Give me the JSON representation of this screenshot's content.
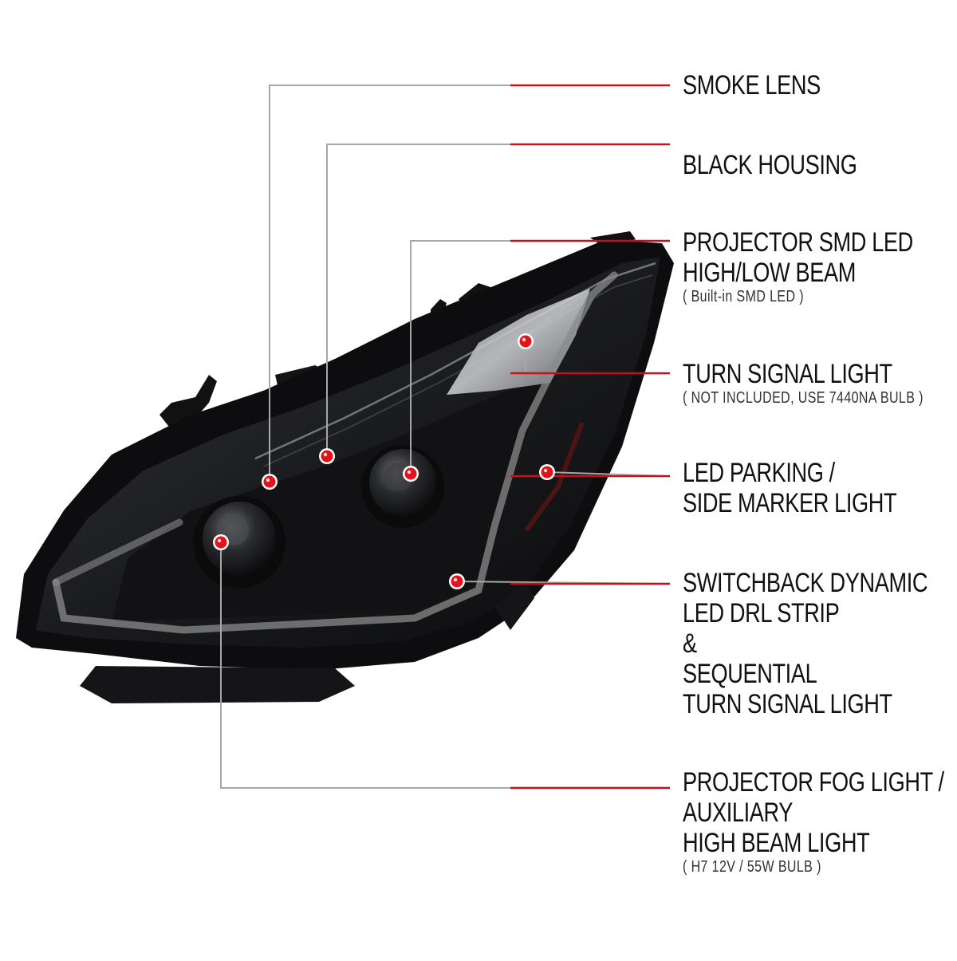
{
  "colors": {
    "accent_red": "#c1121f",
    "leader_gray": "#a7a7a7",
    "marker_red": "#e3131b",
    "housing_black": "#0d0d0f",
    "lens_smoke": "#2c2d31",
    "drl_gray": "#8b8b8b"
  },
  "product": {
    "image": "black-housing-projector-headlight",
    "kind": "headlight-assembly"
  },
  "callouts": [
    {
      "id": "smoke-lens",
      "lines": [
        "SMOKE LENS"
      ],
      "note": ""
    },
    {
      "id": "black-housing",
      "lines": [
        "BLACK HOUSING"
      ],
      "note": ""
    },
    {
      "id": "projector-smd-led",
      "lines": [
        "PROJECTOR SMD LED",
        "HIGH/LOW BEAM"
      ],
      "note": "( Built-in SMD LED )"
    },
    {
      "id": "turn-signal",
      "lines": [
        "TURN SIGNAL LIGHT"
      ],
      "note": "( NOT INCLUDED, USE  7440NA  BULB )"
    },
    {
      "id": "led-parking",
      "lines": [
        "LED PARKING /",
        "SIDE MARKER LIGHT"
      ],
      "note": ""
    },
    {
      "id": "switchback-drl",
      "lines": [
        "SWITCHBACK DYNAMIC",
        "LED DRL STRIP",
        "&",
        "SEQUENTIAL",
        "TURN SIGNAL LIGHT"
      ],
      "note": ""
    },
    {
      "id": "projector-fog",
      "lines": [
        "PROJECTOR FOG LIGHT /",
        "AUXILIARY",
        "HIGH BEAM LIGHT"
      ],
      "note": "( H7  12V / 55W  BULB )"
    }
  ]
}
